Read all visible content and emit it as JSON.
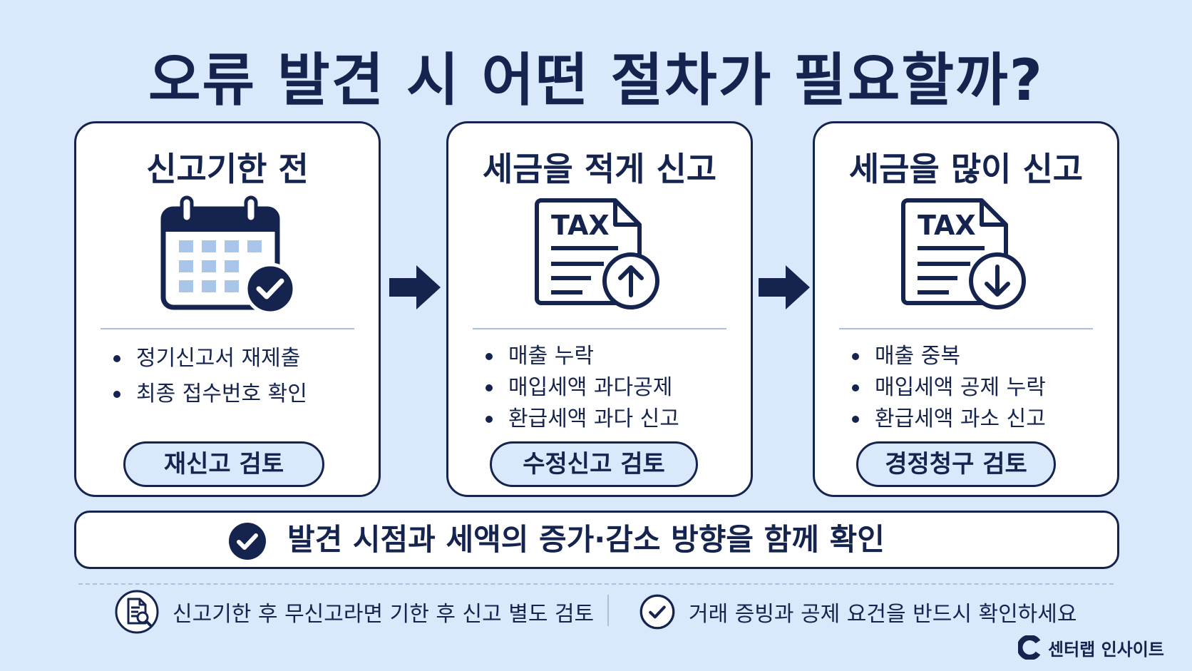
{
  "title": "오류 발견 시 어떤 절차가 필요할까?",
  "cards": [
    {
      "title": "신고기한 전",
      "icon": "calendar-check-icon",
      "bullets": [
        "정기신고서 재제출",
        "최종 접수번호 확인"
      ],
      "action": "재신고 검토"
    },
    {
      "title": "세금을 적게 신고",
      "icon": "tax-document-up-icon",
      "icon_text": "TAX",
      "bullets": [
        "매출 누락",
        "매입세액 과다공제",
        "환급세액 과다 신고"
      ],
      "action": "수정신고 검토"
    },
    {
      "title": "세금을 많이 신고",
      "icon": "tax-document-down-icon",
      "icon_text": "TAX",
      "bullets": [
        "매출 중복",
        "매입세액 공제 누락",
        "환급세액 과소 신고"
      ],
      "action": "경정청구 검토"
    }
  ],
  "banner": {
    "icon": "check-circle-icon",
    "text": "발견 시점과 세액의 증가·감소 방향을 함께 확인"
  },
  "footer": [
    {
      "icon": "document-search-icon",
      "text": "신고기한 후 무신고라면 기한 후 신고 별도 검토"
    },
    {
      "icon": "check-outline-icon",
      "text": "거래 증빙과 공제 요건을 반드시 확인하세요"
    }
  ],
  "brand": {
    "name": "센터랩 인사이트",
    "icon": "c-logo-icon"
  },
  "colors": {
    "background": "#d9e9fb",
    "navy": "#15244f",
    "light_blue": "#a9c5ea",
    "card": "#ffffff"
  }
}
